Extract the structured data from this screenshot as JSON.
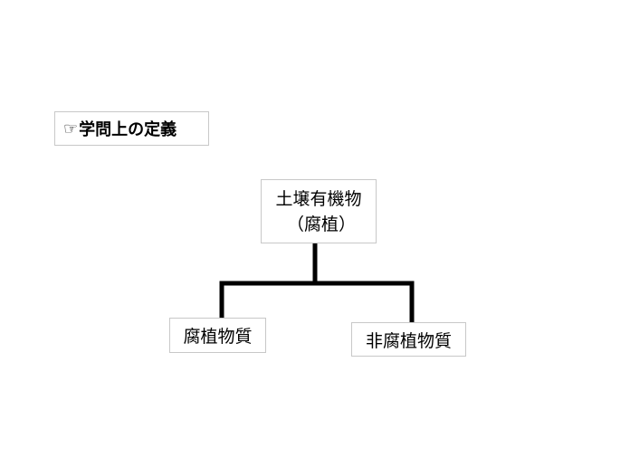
{
  "heading": {
    "pointer_symbol": "☞",
    "text": "学問上の定義"
  },
  "tree": {
    "root": {
      "line1": "土壌有機物",
      "line2": "（腐植）"
    },
    "children": [
      {
        "label": "腐植物質"
      },
      {
        "label": "非腐植物質"
      }
    ]
  },
  "colors": {
    "box_border": "#c8c8c8",
    "connector": "#000000",
    "text": "#000000",
    "background": "#ffffff"
  }
}
